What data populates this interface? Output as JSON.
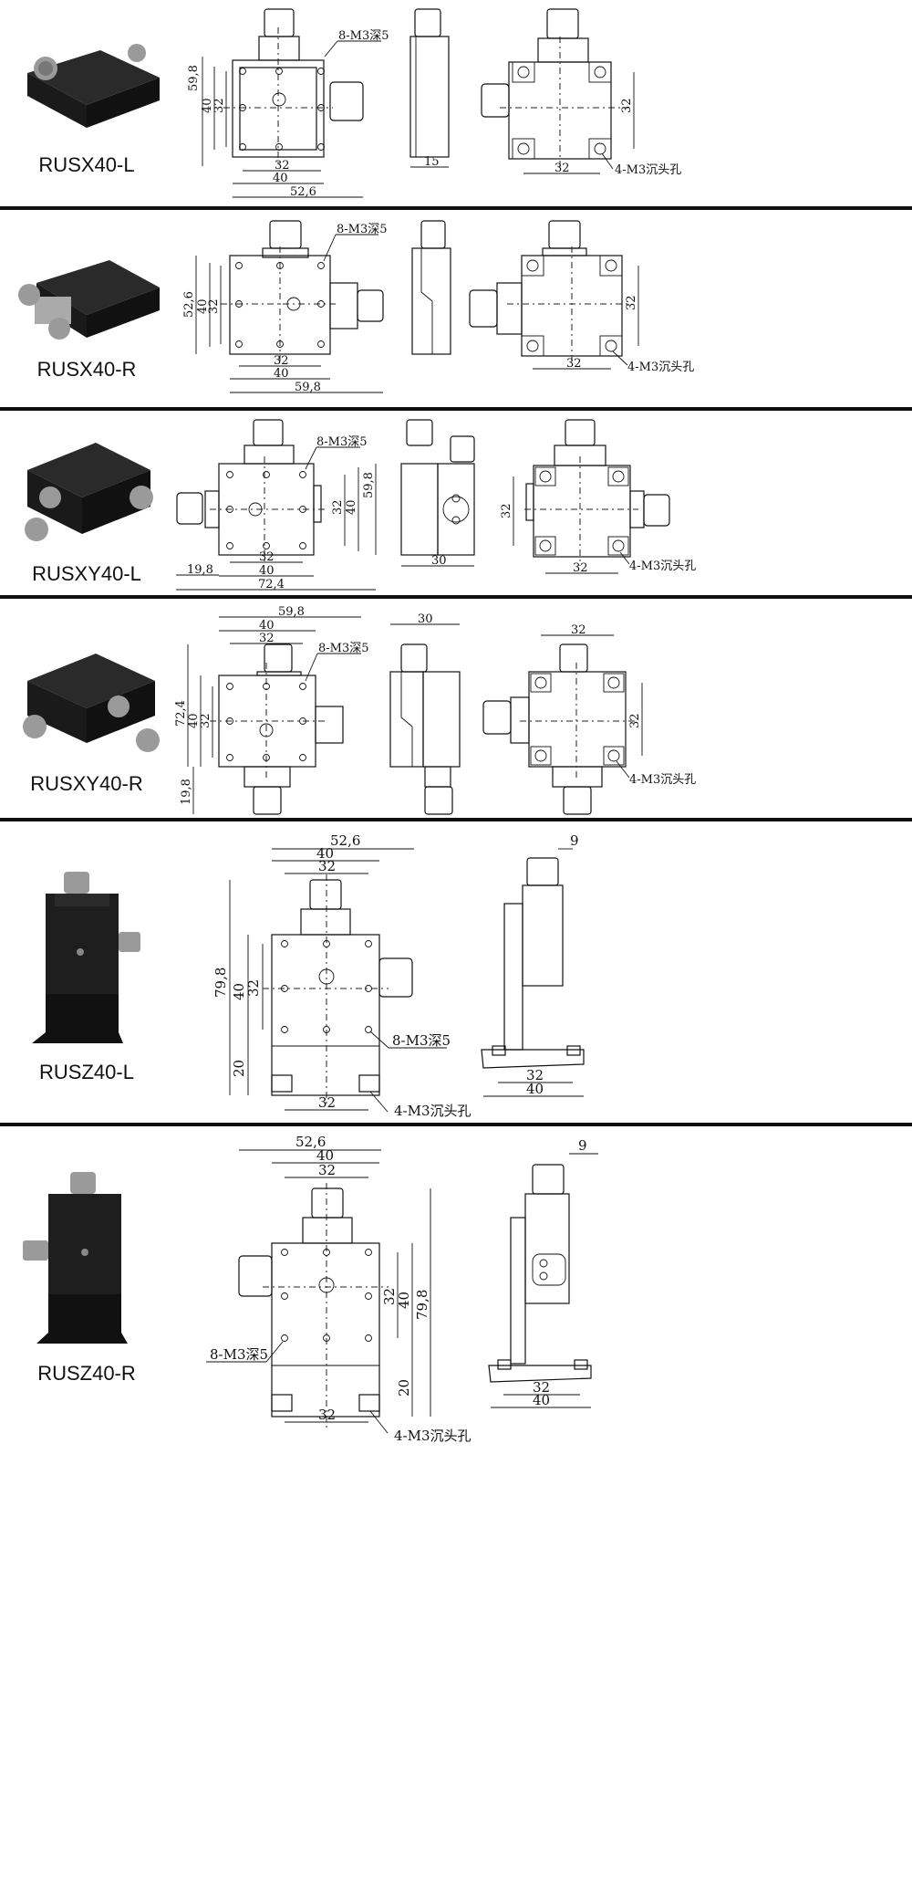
{
  "sections": [
    {
      "model": "RUSX40-L",
      "dims": {
        "a": "59,8",
        "b": "40",
        "c": "32",
        "d": "40",
        "e": "52,6",
        "f": "32",
        "g": "15",
        "h": "32",
        "i": "32",
        "hole": "8-M3深5",
        "cb": "4-M3沉头孔"
      }
    },
    {
      "model": "RUSX40-R",
      "dims": {
        "a": "52,6",
        "b": "40",
        "c": "32",
        "d": "32",
        "e": "40",
        "f": "59,8",
        "g": "32",
        "h": "32",
        "hole": "8-M3深5",
        "cb": "4-M3沉头孔"
      }
    },
    {
      "model": "RUSXY40-L",
      "dims": {
        "a": "59,8",
        "b": "40",
        "c": "32",
        "d": "19,8",
        "e": "32",
        "f": "40",
        "g": "72,4",
        "h": "30",
        "i": "32",
        "j": "32",
        "hole": "8-M3深5",
        "cb": "4-M3沉头孔"
      }
    },
    {
      "model": "RUSXY40-R",
      "dims": {
        "a": "59,8",
        "b": "40",
        "c": "32",
        "d": "72,4",
        "e": "40",
        "f": "32",
        "g": "19,8",
        "h": "30",
        "i": "32",
        "j": "32",
        "hole": "8-M3深5",
        "cb": "4-M3沉头孔"
      }
    },
    {
      "model": "RUSZ40-L",
      "dims": {
        "a": "52,6",
        "b": "40",
        "c": "32",
        "d": "79,8",
        "e": "40",
        "f": "32",
        "g": "20",
        "h": "32",
        "i": "9",
        "j": "32",
        "k": "40",
        "hole": "8-M3深5",
        "cb": "4-M3沉头孔"
      }
    },
    {
      "model": "RUSZ40-R",
      "dims": {
        "a": "52,6",
        "b": "40",
        "c": "32",
        "d": "32",
        "e": "40",
        "f": "79,8",
        "g": "20",
        "h": "32",
        "i": "9",
        "j": "32",
        "k": "40",
        "hole": "8-M3深5",
        "cb": "4-M3沉头孔"
      }
    }
  ]
}
